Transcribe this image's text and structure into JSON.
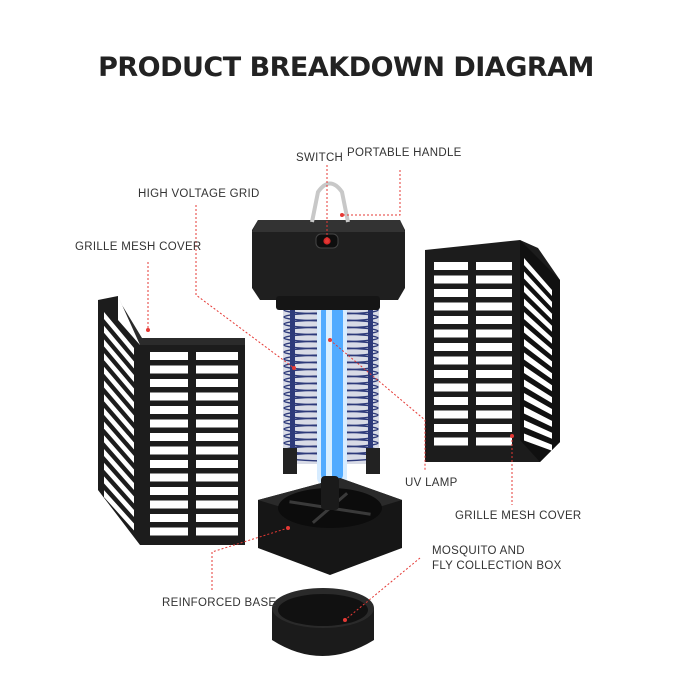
{
  "title": "PRODUCT BREAKDOWN DIAGRAM",
  "labels": {
    "switch": "SWITCH",
    "portable_handle": "PORTABLE HANDLE",
    "high_voltage_grid": "HIGH VOLTAGE GRID",
    "grille_mesh_cover_left": "GRILLE MESH COVER",
    "grille_mesh_cover_right": "GRILLE MESH COVER",
    "uv_lamp": "UV LAMP",
    "mosquito_line1": "MOSQUITO AND",
    "mosquito_line2": "FLY COLLECTION BOX",
    "reinforced_base": "REINFORCED BASE"
  },
  "colors": {
    "leader": "#e53935",
    "part": "#1a1a1a",
    "uv": "#2a8cff",
    "grid": "#2d3a7a"
  }
}
